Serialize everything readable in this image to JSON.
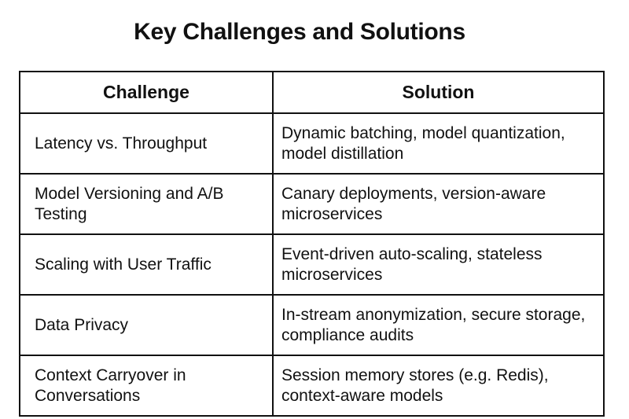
{
  "title": "Key Challenges and Solutions",
  "table": {
    "headers": {
      "challenge": "Challenge",
      "solution": "Solution"
    },
    "rows": [
      {
        "challenge": "Latency vs. Throughput",
        "solution": "Dynamic batching, model quantization, model distillation"
      },
      {
        "challenge": "Model Versioning and A/B Testing",
        "solution": "Canary deployments, version-aware microservices"
      },
      {
        "challenge": "Scaling with User Traffic",
        "solution": "Event-driven auto-scaling, stateless microservices"
      },
      {
        "challenge": "Data Privacy",
        "solution": "In-stream anonymization, secure storage, compliance audits"
      },
      {
        "challenge": "Context Carryover in Conversations",
        "solution": "Session memory stores (e.g. Redis), context-aware models"
      }
    ]
  }
}
